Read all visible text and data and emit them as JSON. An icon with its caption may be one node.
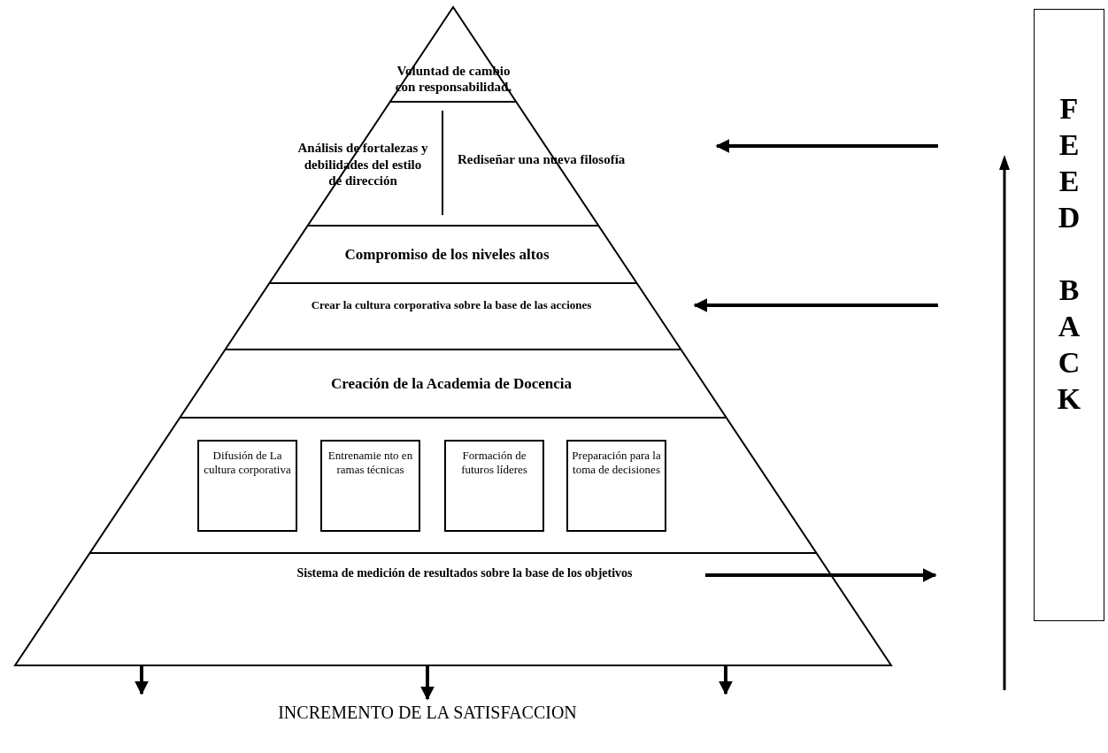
{
  "diagram": {
    "nodes": [
      {
        "text": [],
        "shape": "triangle"
      },
      {
        "text": [
          "Voluntad de cambio con responsabilidad."
        ],
        "in": 0
      },
      {
        "text": [
          "Análisis de fortalezas y debilidades del estilo de dirección"
        ],
        "in": 0
      },
      {
        "text": [
          "Rediseñar una nueva filosofía"
        ],
        "in": 0
      },
      {
        "text": [
          "Compromiso de los niveles altos"
        ],
        "in": 0
      },
      {
        "text": [
          "Crear la cultura corporativa sobre la base de las acciones"
        ],
        "in": 0
      },
      {
        "text": [
          "Creación de la Academia de Docencia"
        ],
        "in": 0
      },
      {
        "text": [
          "Difusión de La cultura corporativa"
        ],
        "in": 0
      },
      {
        "text": [
          "Entrenamie nto en ramas técnicas"
        ],
        "in": 0
      },
      {
        "text": [
          "Formación de futuros líderes"
        ],
        "in": 0
      },
      {
        "text": [
          "Preparación para la toma de decisiones"
        ],
        "in": 0
      },
      {
        "text": [
          "Sistema de medición de resultados sobre la base de los objetivos"
        ],
        "in": 0
      },
      {
        "text": [
          "FEED BACK"
        ]
      },
      {
        "text": [
          "INCREMENTO DE LA SATISFACCION"
        ]
      }
    ],
    "edges": [
      {
        "from": null,
        "to": 3,
        "arrow": "to"
      },
      {
        "from": null,
        "to": 5,
        "arrow": "to"
      },
      {
        "from": 11,
        "to": null,
        "arrow": "to"
      },
      {
        "from": 0,
        "to": null,
        "arrow": "to"
      },
      {
        "from": 0,
        "to": 13,
        "arrow": "to"
      },
      {
        "from": 0,
        "to": null,
        "arrow": "to"
      }
    ]
  }
}
